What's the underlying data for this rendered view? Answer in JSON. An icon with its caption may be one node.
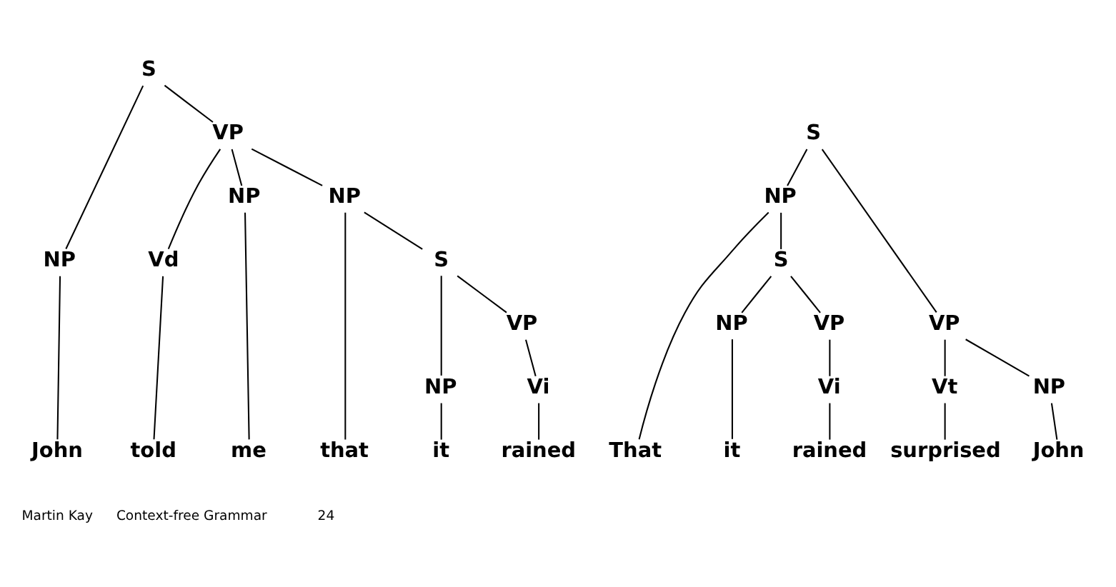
{
  "diagram": {
    "nodes": [
      {
        "text": [
          "S"
        ]
      },
      {
        "text": [
          "NP"
        ]
      },
      {
        "text": [
          "VP"
        ]
      },
      {
        "text": [
          "Vd"
        ]
      },
      {
        "text": [
          "NP"
        ]
      },
      {
        "text": [
          "NP"
        ]
      },
      {
        "text": [
          "S"
        ]
      },
      {
        "text": [
          "NP"
        ]
      },
      {
        "text": [
          "VP"
        ]
      },
      {
        "text": [
          "Vi"
        ]
      },
      {
        "text": [
          "John"
        ]
      },
      {
        "text": [
          "told"
        ]
      },
      {
        "text": [
          "me"
        ]
      },
      {
        "text": [
          "that"
        ]
      },
      {
        "text": [
          "it"
        ]
      },
      {
        "text": [
          "rained"
        ]
      },
      {
        "text": [
          "S"
        ]
      },
      {
        "text": [
          "NP"
        ]
      },
      {
        "text": [
          "S"
        ]
      },
      {
        "text": [
          "NP"
        ]
      },
      {
        "text": [
          "VP"
        ]
      },
      {
        "text": [
          "Vi"
        ]
      },
      {
        "text": [
          "VP"
        ]
      },
      {
        "text": [
          "Vt"
        ]
      },
      {
        "text": [
          "NP"
        ]
      },
      {
        "text": [
          "That"
        ]
      },
      {
        "text": [
          "it"
        ]
      },
      {
        "text": [
          "rained"
        ]
      },
      {
        "text": [
          "surprised"
        ]
      },
      {
        "text": [
          "John"
        ]
      }
    ],
    "edges": [
      {
        "from": 0,
        "to": 1,
        "arrow": "none"
      },
      {
        "from": 0,
        "to": 2,
        "arrow": "none"
      },
      {
        "from": 1,
        "to": 10,
        "arrow": "none"
      },
      {
        "from": 2,
        "to": 3,
        "arrow": "none"
      },
      {
        "from": 2,
        "to": 4,
        "arrow": "none"
      },
      {
        "from": 2,
        "to": 5,
        "arrow": "none"
      },
      {
        "from": 3,
        "to": 11,
        "arrow": "none"
      },
      {
        "from": 4,
        "to": 12,
        "arrow": "none"
      },
      {
        "from": 5,
        "to": 13,
        "arrow": "none"
      },
      {
        "from": 5,
        "to": 6,
        "arrow": "none"
      },
      {
        "from": 6,
        "to": 7,
        "arrow": "none"
      },
      {
        "from": 6,
        "to": 8,
        "arrow": "none"
      },
      {
        "from": 7,
        "to": 14,
        "arrow": "none"
      },
      {
        "from": 8,
        "to": 9,
        "arrow": "none"
      },
      {
        "from": 9,
        "to": 15,
        "arrow": "none"
      },
      {
        "from": 16,
        "to": 17,
        "arrow": "none"
      },
      {
        "from": 16,
        "to": 22,
        "arrow": "none"
      },
      {
        "from": 17,
        "to": 25,
        "arrow": "none"
      },
      {
        "from": 17,
        "to": 18,
        "arrow": "none"
      },
      {
        "from": 18,
        "to": 19,
        "arrow": "none"
      },
      {
        "from": 18,
        "to": 20,
        "arrow": "none"
      },
      {
        "from": 19,
        "to": 26,
        "arrow": "none"
      },
      {
        "from": 20,
        "to": 21,
        "arrow": "none"
      },
      {
        "from": 21,
        "to": 27,
        "arrow": "none"
      },
      {
        "from": 22,
        "to": 23,
        "arrow": "none"
      },
      {
        "from": 22,
        "to": 24,
        "arrow": "none"
      },
      {
        "from": 23,
        "to": 28,
        "arrow": "none"
      },
      {
        "from": 24,
        "to": 29,
        "arrow": "none"
      }
    ],
    "labels": [
      "Martin Kay",
      "Context-free Grammar",
      "24"
    ]
  }
}
